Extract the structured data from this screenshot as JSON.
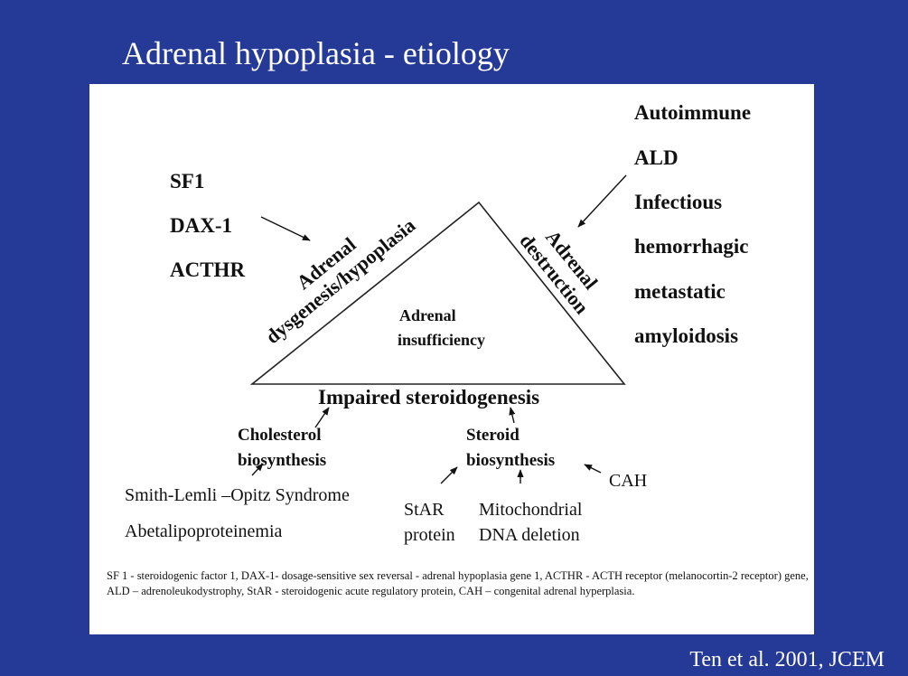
{
  "slide": {
    "title": "Adrenal hypoplasia - etiology",
    "citation": "Ten et al. 2001, JCEM"
  },
  "diagram": {
    "genes": [
      "SF1",
      "DAX-1",
      "ACTHR"
    ],
    "destruction_causes": [
      "Autoimmune",
      "ALD",
      "Infectious",
      "hemorrhagic",
      "metastatic",
      "amyloidosis"
    ],
    "left_side_label": [
      "Adrenal",
      "dysgenesis/hypoplasia"
    ],
    "right_side_label": [
      "Adrenal",
      "destruction"
    ],
    "center_label": [
      "Adrenal",
      "insufficiency"
    ],
    "base_label": "Impaired steroidogenesis",
    "cholesterol_node": [
      "Cholesterol",
      "biosynthesis"
    ],
    "steroid_node": [
      "Steroid",
      "biosynthesis"
    ],
    "cholesterol_causes": [
      "Smith-Lemli –Opitz Syndrome",
      "Abetalipoproteinemia"
    ],
    "star": [
      "StAR",
      "protein"
    ],
    "mito": [
      "Mitochondrial",
      "DNA deletion"
    ],
    "cah": "CAH",
    "footnote": "SF 1 - steroidogenic factor 1, DAX-1- dosage-sensitive sex reversal - adrenal hypoplasia gene 1, ACTHR - ACTH receptor (melanocortin-2 receptor) gene, ALD – adrenoleukodystrophy, StAR - steroidogenic acute regulatory protein, CAH – congenital adrenal hyperplasia."
  }
}
